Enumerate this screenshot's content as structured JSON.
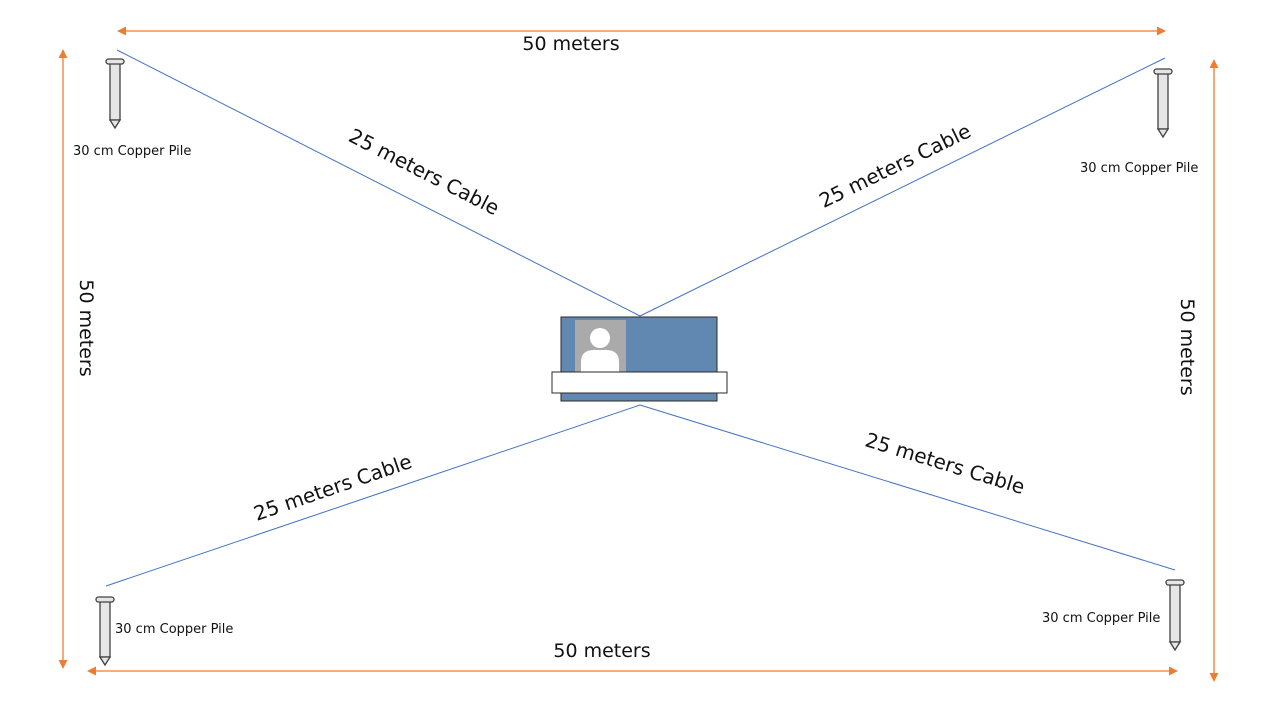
{
  "colors": {
    "dimension": "#ED7D31",
    "cable": "#4472C4",
    "monitor": "#6188B0",
    "avatar_bg": "#AAAAAA",
    "pile_fill": "#E6E6E6",
    "pile_stroke": "#404040"
  },
  "dimensions": {
    "top": "50 meters",
    "bottom": "50 meters",
    "left": "50 meters",
    "right": "50 meters"
  },
  "cables": {
    "top_left": "25 meters Cable",
    "top_right": "25 meters Cable",
    "bottom_left": "25 meters Cable",
    "bottom_right": "25 meters Cable"
  },
  "piles": {
    "top_left": "30 cm Copper Pile",
    "top_right": "30 cm Copper Pile",
    "bottom_left": "30 cm Copper Pile",
    "bottom_right": "30 cm Copper Pile"
  },
  "center_device": {
    "icon": "monitor-with-user-icon"
  }
}
